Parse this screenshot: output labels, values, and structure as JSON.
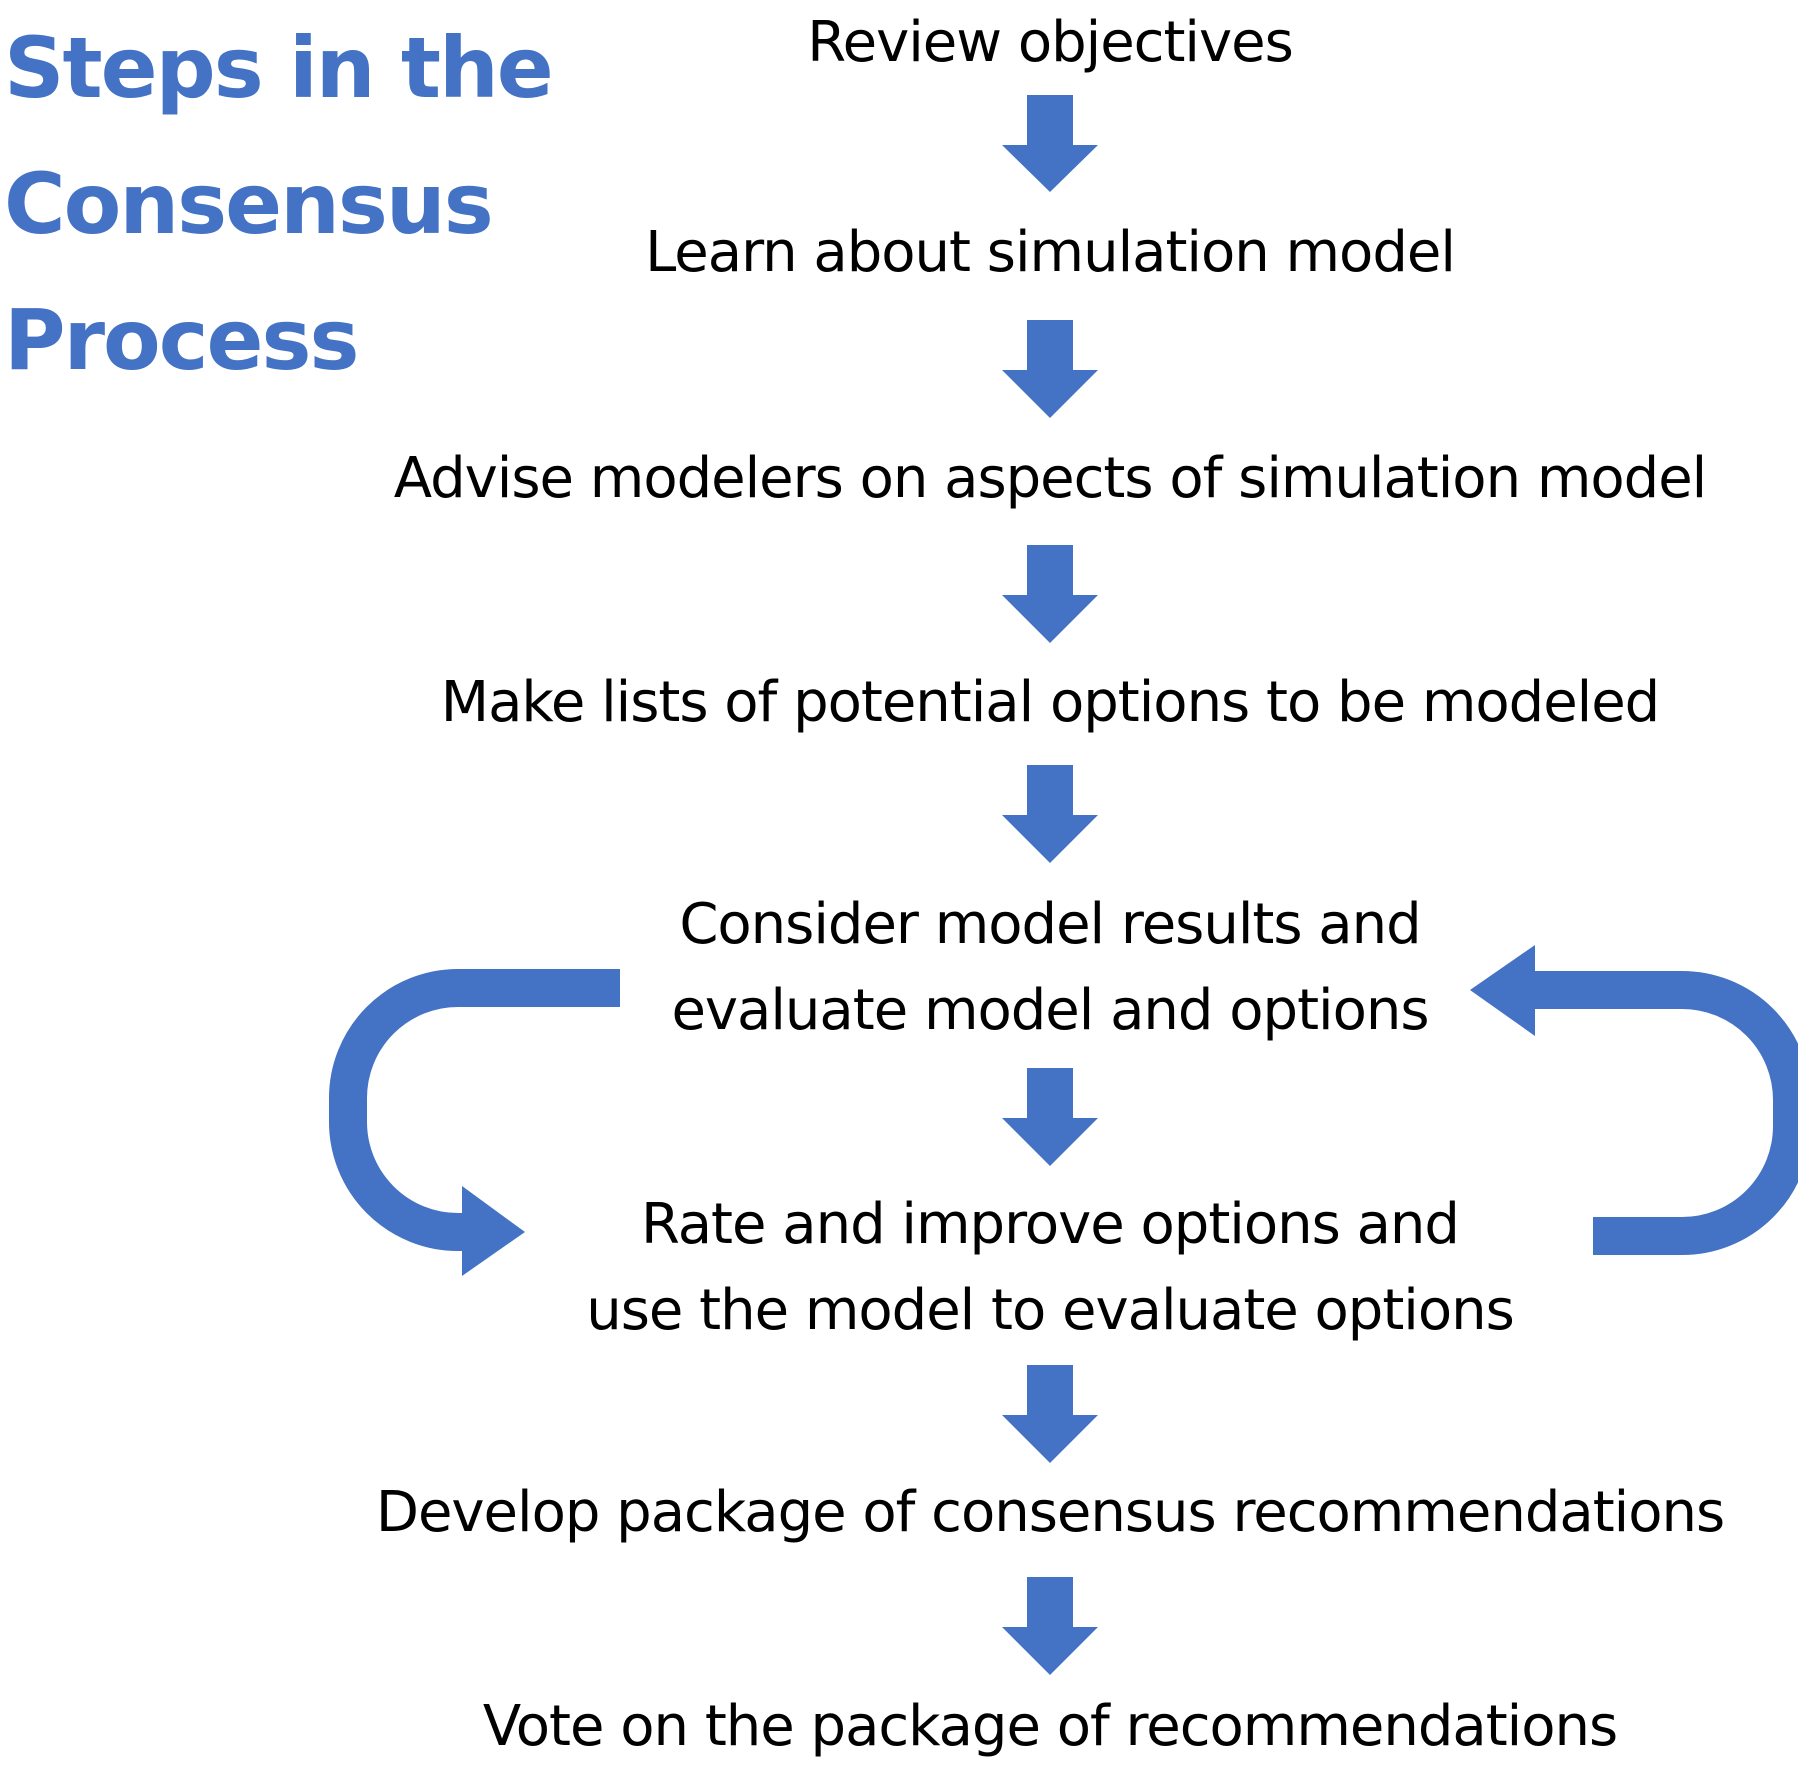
{
  "title": {
    "lines": [
      "Steps in the",
      "Consensus",
      "Process"
    ],
    "color": "#4472c4"
  },
  "arrow_color": "#4472c4",
  "steps": [
    {
      "lines": [
        "Review objectives"
      ]
    },
    {
      "lines": [
        "Learn about simulation model"
      ]
    },
    {
      "lines": [
        "Advise modelers on aspects of simulation model"
      ]
    },
    {
      "lines": [
        "Make lists of potential options to be modeled"
      ]
    },
    {
      "lines": [
        "Consider model results and",
        "evaluate model and options"
      ]
    },
    {
      "lines": [
        "Rate and improve options and",
        "use the model to evaluate options"
      ]
    },
    {
      "lines": [
        "Develop package of consensus recommendations"
      ]
    },
    {
      "lines": [
        "Vote on the package of recommendations"
      ]
    }
  ],
  "loop_arrows": [
    {
      "direction": "left-loop",
      "from_step": 4,
      "to_step": 5
    },
    {
      "direction": "right-loop",
      "from_step": 5,
      "to_step": 4
    }
  ]
}
